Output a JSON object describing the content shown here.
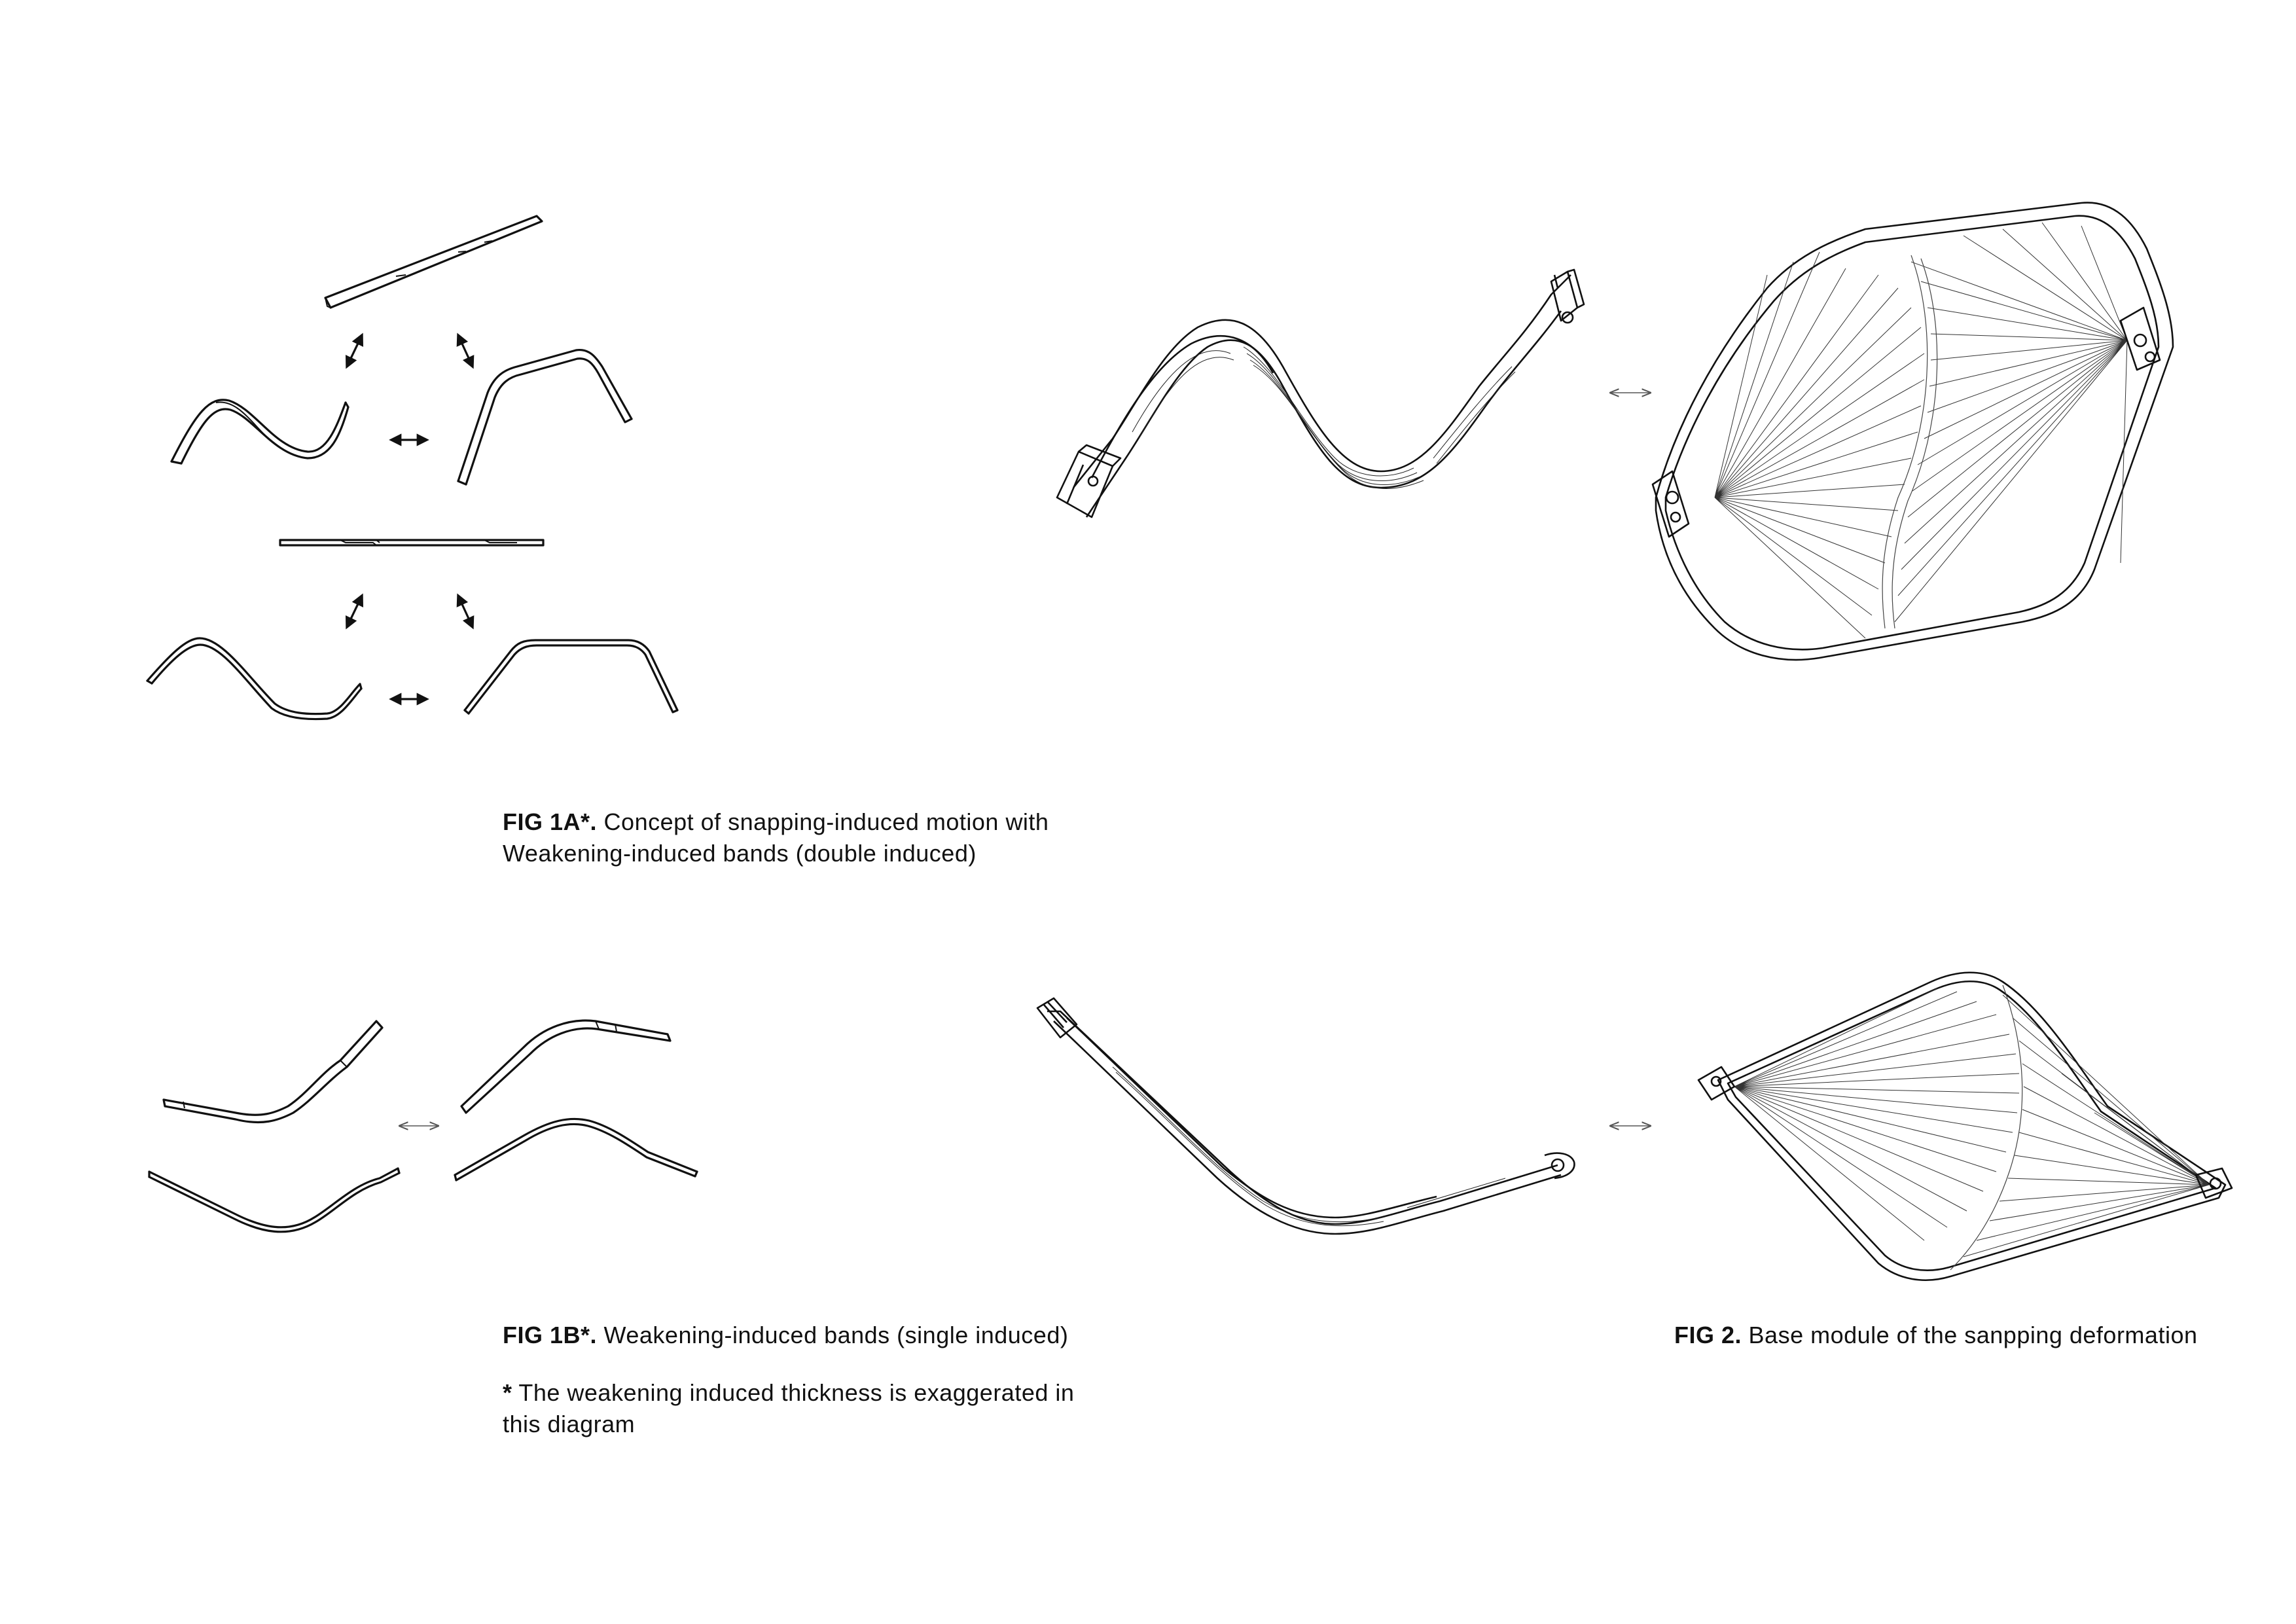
{
  "fig1a": {
    "label": "FIG 1A*.",
    "text_line1": "Concept of snapping-induced motion with",
    "text_line2": "Weakening-induced bands (double induced)"
  },
  "fig1b": {
    "label": "FIG 1B*.",
    "text": "Weakening-induced bands (single induced)",
    "note_mark": "*",
    "note_line1": "The weakening induced thickness is exaggerated in",
    "note_line2": "this diagram"
  },
  "fig2": {
    "label": "FIG 2.",
    "text": "Base module of the sanpping deformation"
  },
  "colors": {
    "ink": "#111111",
    "paper": "#ffffff"
  }
}
